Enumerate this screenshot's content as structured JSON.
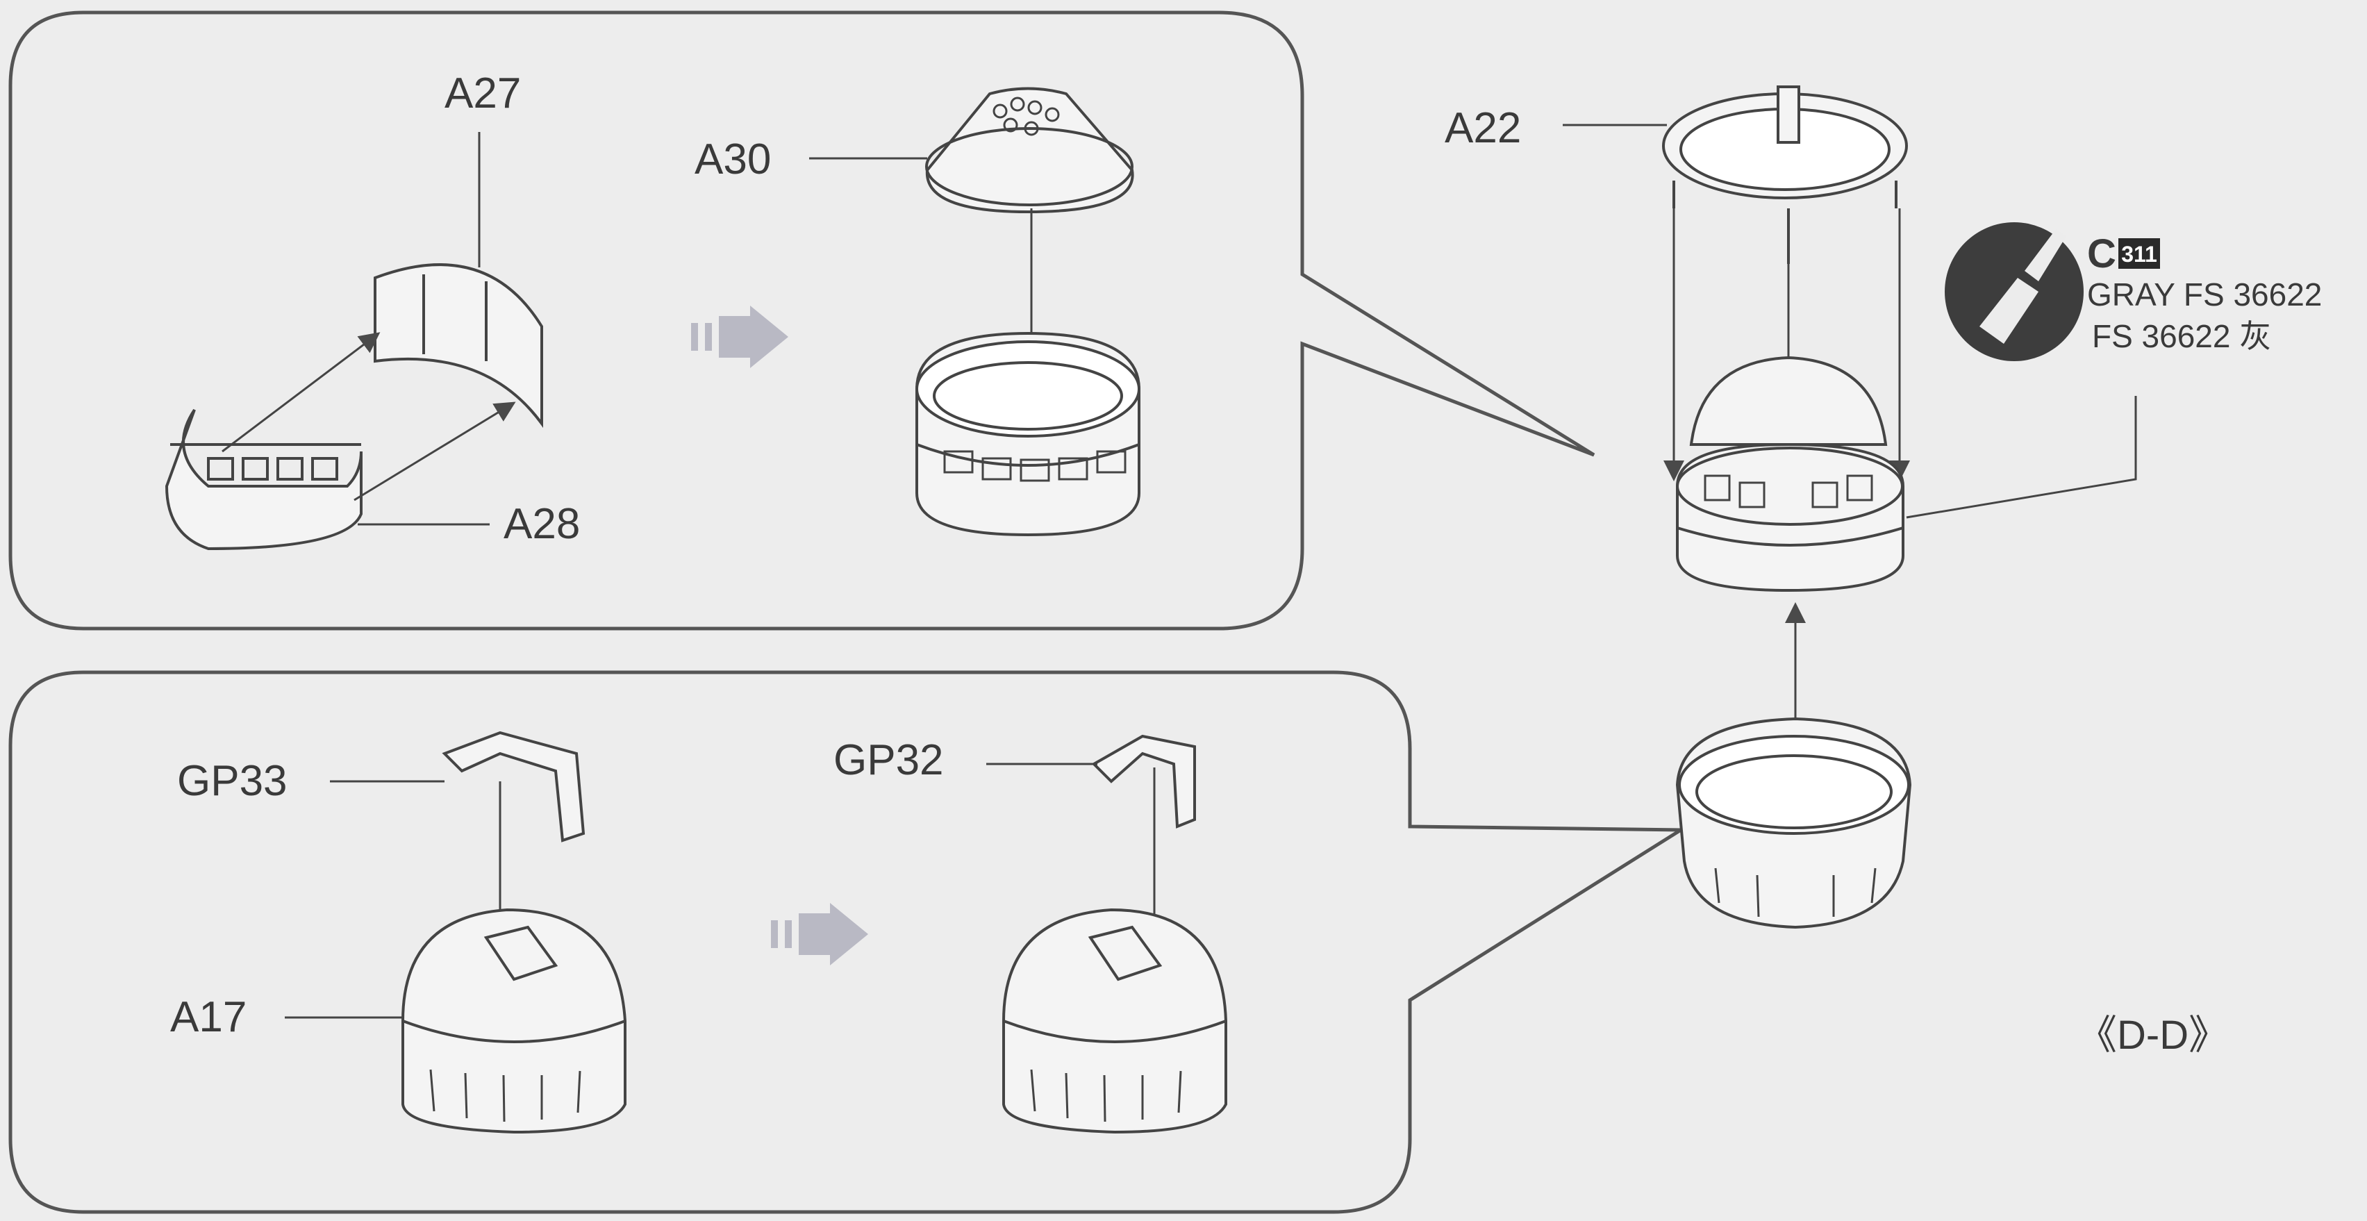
{
  "labels": {
    "a27": "A27",
    "a28": "A28",
    "a30": "A30",
    "a22": "A22",
    "gp33": "GP33",
    "gp32": "GP32",
    "a17": "A17"
  },
  "paint": {
    "code_letter": "C",
    "code_number": "311",
    "line1": "GRAY FS 36622",
    "line2": "FS 36622 灰",
    "icon": "paint-brush-icon"
  },
  "view_label": "《D-D》",
  "colors": {
    "background": "#ededed",
    "line": "#4a4a4a",
    "arrow_gray": "#b9b9c4",
    "icon_disc": "#3d3d3d"
  }
}
